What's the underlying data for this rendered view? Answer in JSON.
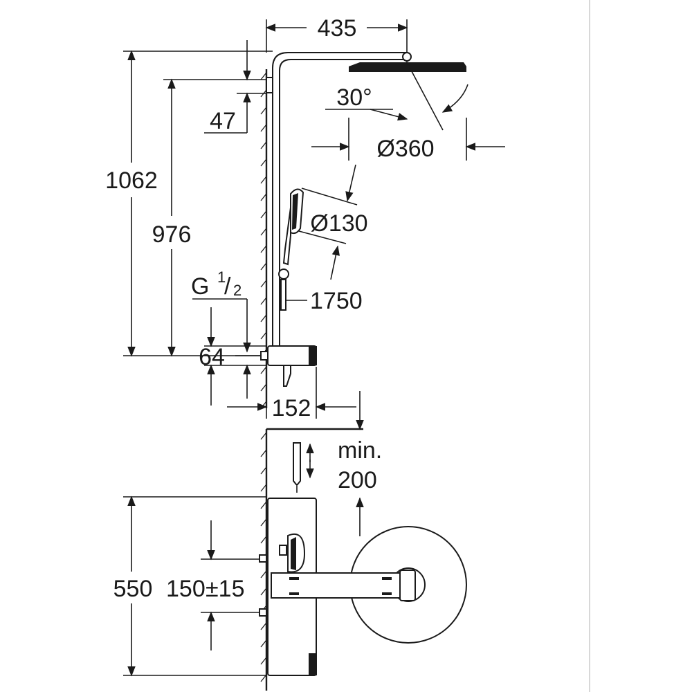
{
  "dimensions": {
    "width_top": "435",
    "head_angle": "30°",
    "head_diameter": "Ø360",
    "height_total": "1062",
    "height_976": "976",
    "offset_47": "47",
    "hand_shower_diameter": "Ø130",
    "hose_length": "1750",
    "thread_main": "G",
    "thread_num": "1",
    "thread_den": "2",
    "inlet_64": "64",
    "depth_152": "152",
    "min_label": "min.",
    "min_value": "200",
    "height_550": "550",
    "spacing_label": "150",
    "spacing_tol": "±15"
  }
}
